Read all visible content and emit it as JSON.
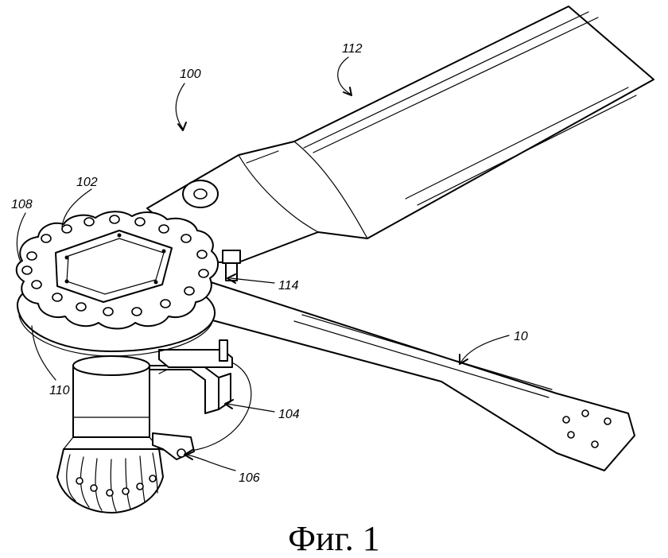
{
  "figure": {
    "caption": "Фиг. 1",
    "reference_numerals": {
      "assembly": "100",
      "hub_plate": "102",
      "bracket": "104",
      "clip": "106",
      "upper_plate": "108",
      "lower_plate": "110",
      "blade": "112",
      "pin": "114",
      "flexbeam": "10"
    }
  }
}
